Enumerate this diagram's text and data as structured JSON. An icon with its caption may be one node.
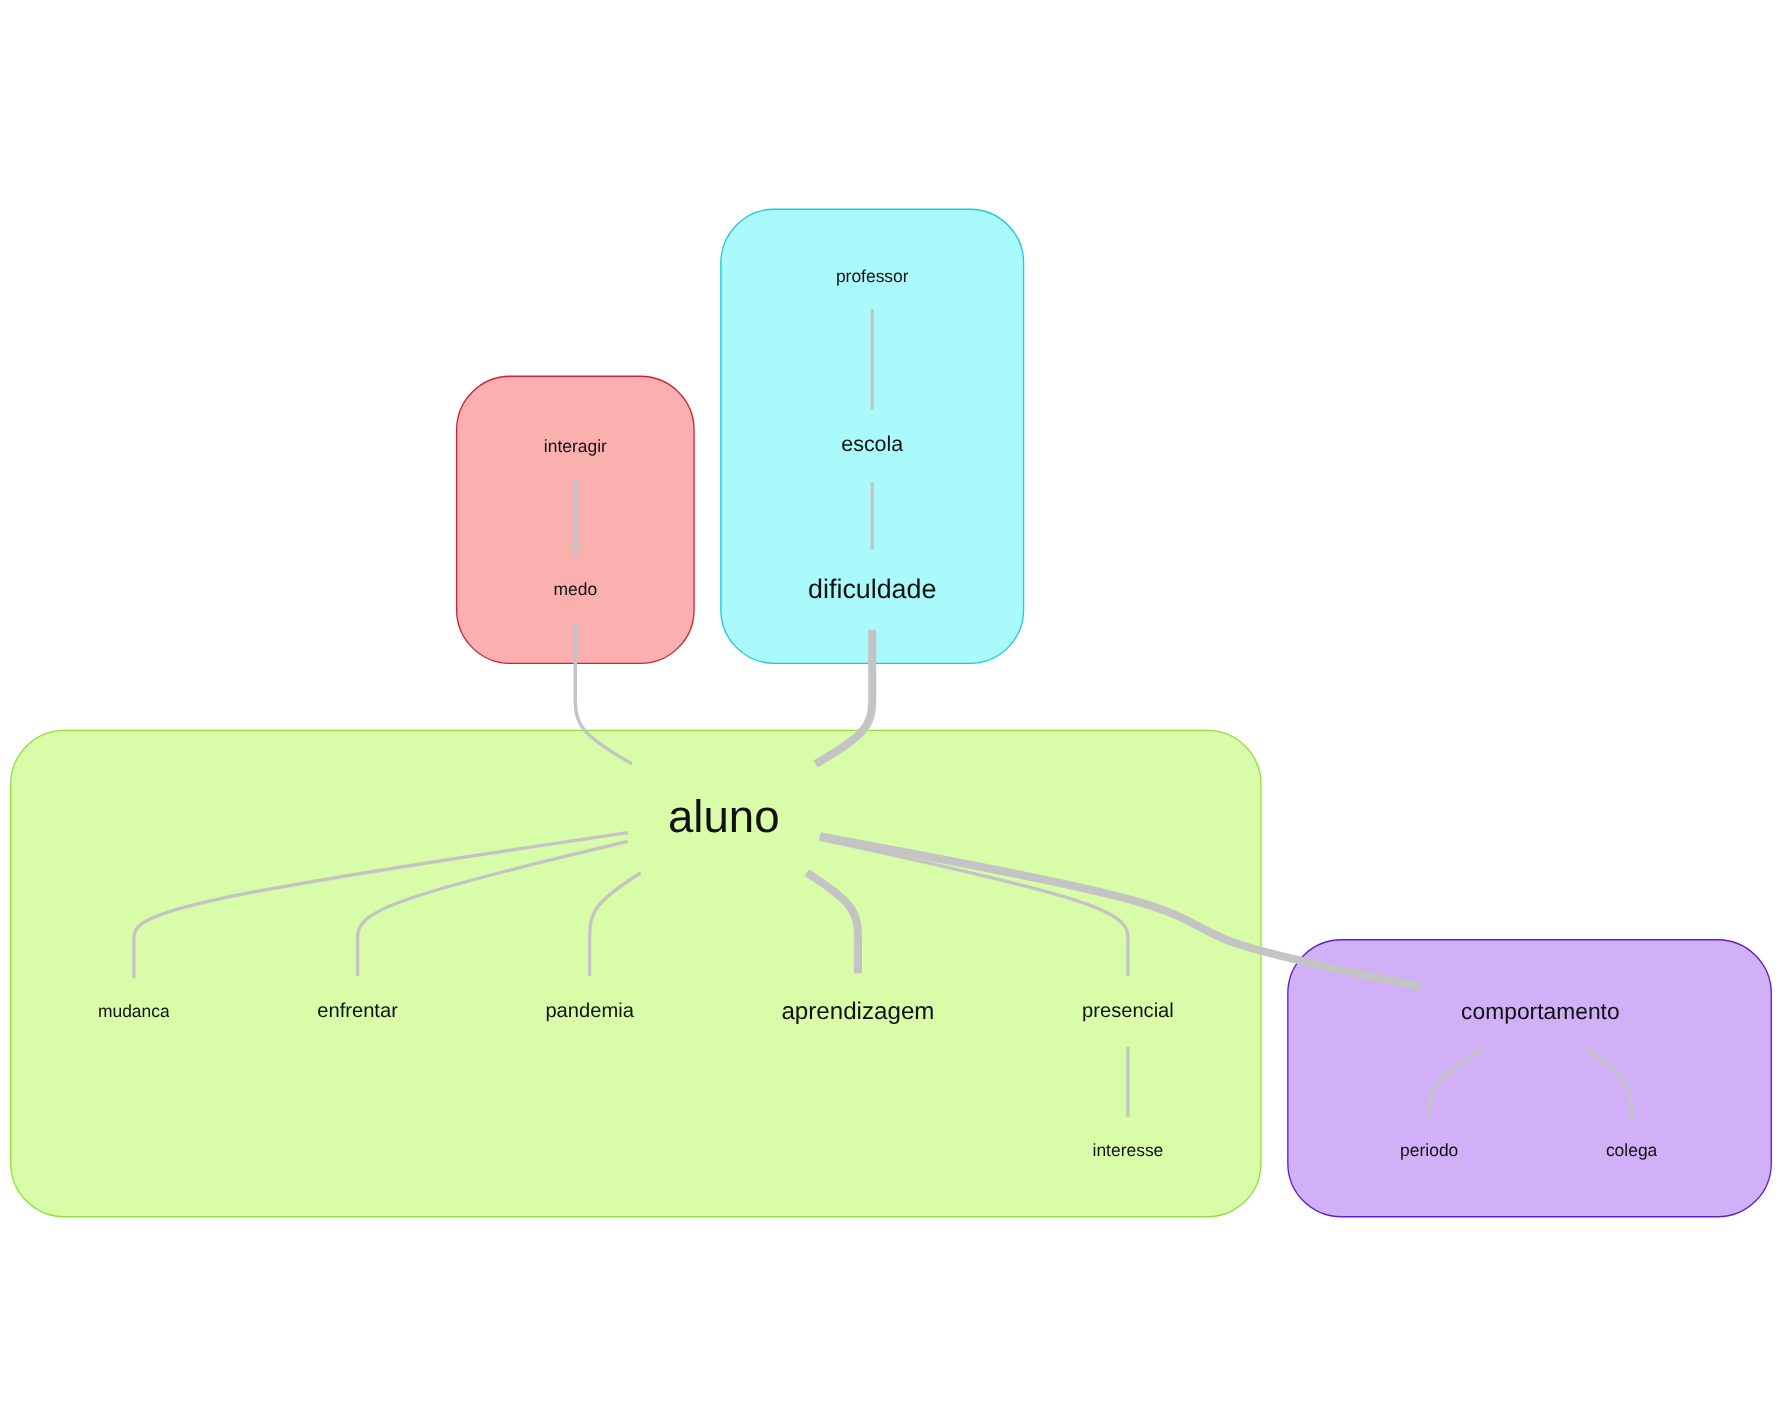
{
  "diagram": {
    "nodes": [
      {
        "text": [],
        "shape": "cloud"
      },
      {
        "text": [
          "interagir"
        ],
        "in": 0
      },
      {
        "text": [
          "medo"
        ],
        "in": 0
      },
      {
        "text": [],
        "shape": "cloud"
      },
      {
        "text": [
          "professor"
        ],
        "in": 3
      },
      {
        "text": [
          "escola"
        ],
        "in": 3
      },
      {
        "text": [
          "dificuldade"
        ],
        "in": 3
      },
      {
        "text": [],
        "shape": "cloud"
      },
      {
        "text": [
          "mudanca"
        ],
        "in": 7
      },
      {
        "text": [
          "enfrentar"
        ],
        "in": 7
      },
      {
        "text": [
          "aluno"
        ],
        "in": 7
      },
      {
        "text": [
          "pandemia"
        ],
        "in": 7
      },
      {
        "text": [
          "aprendizagem"
        ],
        "in": 7
      },
      {
        "text": [
          "presencial"
        ],
        "in": 7
      },
      {
        "text": [
          "interesse"
        ],
        "in": 7
      },
      {
        "text": [],
        "shape": "cloud"
      },
      {
        "text": [
          "comportamento"
        ],
        "in": 15
      },
      {
        "text": [
          "periodo"
        ],
        "in": 15
      },
      {
        "text": [
          "colega"
        ],
        "in": 15
      }
    ],
    "edges": [
      {
        "from": 1,
        "to": 2,
        "arrow": "none"
      },
      {
        "from": 2,
        "to": 10,
        "arrow": "none"
      },
      {
        "from": 4,
        "to": 5,
        "arrow": "none"
      },
      {
        "from": 5,
        "to": 6,
        "arrow": "none"
      },
      {
        "from": 6,
        "to": 10,
        "arrow": "none",
        "style": "thick"
      },
      {
        "from": 10,
        "to": 8,
        "arrow": "none"
      },
      {
        "from": 10,
        "to": 9,
        "arrow": "none"
      },
      {
        "from": 10,
        "to": 11,
        "arrow": "none"
      },
      {
        "from": 10,
        "to": 12,
        "arrow": "none",
        "style": "thick"
      },
      {
        "from": 10,
        "to": 13,
        "arrow": "none"
      },
      {
        "from": 13,
        "to": 14,
        "arrow": "none"
      },
      {
        "from": 10,
        "to": 16,
        "arrow": "none",
        "style": "thick"
      },
      {
        "from": 16,
        "to": 17,
        "arrow": "none"
      },
      {
        "from": 16,
        "to": 18,
        "arrow": "none"
      }
    ]
  }
}
